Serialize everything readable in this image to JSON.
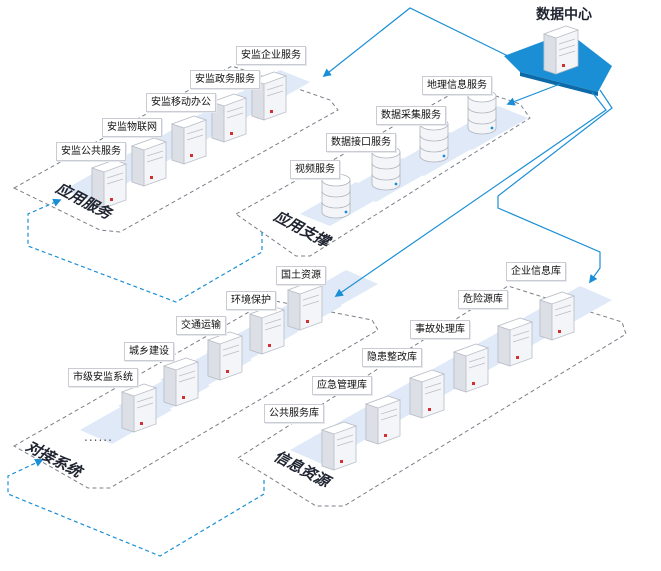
{
  "data_center": {
    "label": "数据中心"
  },
  "zones": {
    "app_service": {
      "title": "应用服务",
      "items": [
        "安监企业服务",
        "安监政务服务",
        "安监移动办公",
        "安监物联网",
        "安监公共服务"
      ]
    },
    "app_support": {
      "title": "应用支撑",
      "items": [
        "地理信息服务",
        "数据采集服务",
        "数据接口服务",
        "视频服务"
      ]
    },
    "docking": {
      "title": "对接系统",
      "items": [
        "国土资源",
        "环境保护",
        "交通运输",
        "城乡建设",
        "市级安监系统"
      ],
      "more": "......"
    },
    "info_resources": {
      "title": "信息资源",
      "items": [
        "企业信息库",
        "危险源库",
        "事故处理库",
        "隐患整改库",
        "应急管理库",
        "公共服务库"
      ]
    }
  },
  "colors": {
    "flow_line": "#1a8fd6",
    "data_center_platform": "#1a8fd6",
    "tile": "#dfe9f7",
    "zone_border": "#7a7f88",
    "server_mark": "#d0302f"
  },
  "icons": [
    "server-icon",
    "database-icon",
    "arrow-icon"
  ]
}
